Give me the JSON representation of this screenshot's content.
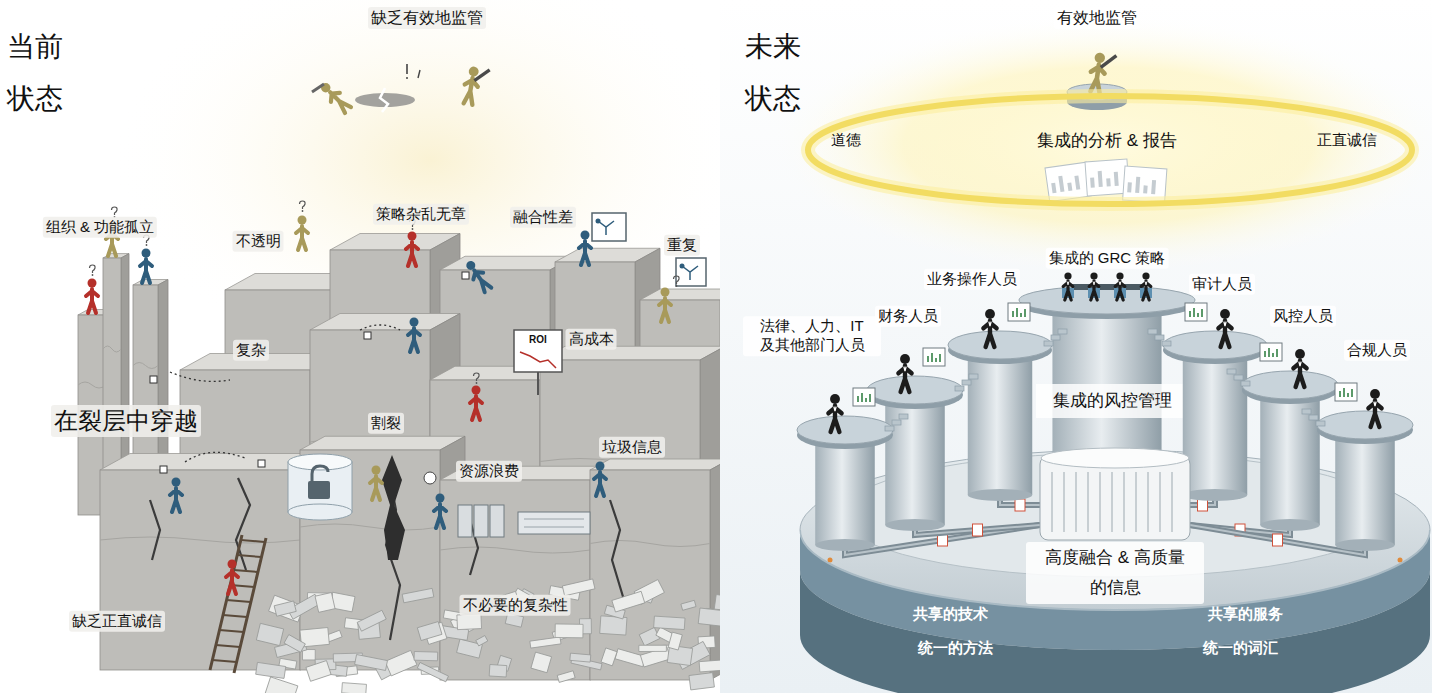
{
  "diagram": {
    "nodes": [
      {
        "text": [
          "道德",
          "集成的分析 & 报告",
          "正直诚信"
        ]
      },
      {
        "text": [
          "共享的技术",
          "共享的服务",
          "统一的方法",
          "统一的词汇"
        ]
      }
    ],
    "labels": [
      "当前 状态",
      "缺乏有效地监管",
      "组织 & 功能孤立",
      "不透明",
      "策略杂乱无章",
      "融合性差",
      "重复",
      "复杂",
      "ROI",
      "高成本",
      "在裂层中穿越",
      "割裂",
      "垃圾信息",
      "资源浪费",
      "不必要的复杂性",
      "缺乏正直诚信",
      "未来 状态",
      "有效地监管",
      "集成的 GRC 策略",
      "业务操作人员",
      "审计人员",
      "法律、人力、IT 及其他部门人员",
      "财务人员",
      "风控人员",
      "合规人员",
      "集成的风控管理",
      "高度融合 & 高质量 的信息"
    ]
  }
}
